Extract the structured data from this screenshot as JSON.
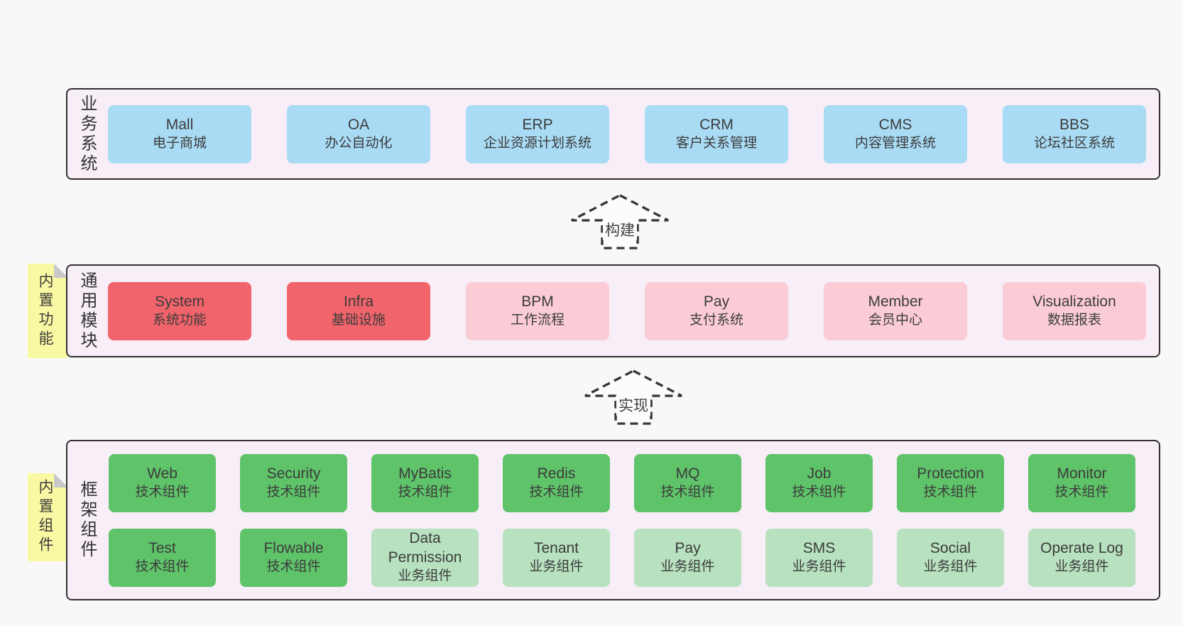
{
  "diagram": {
    "arrows": [
      {
        "label": "构建"
      },
      {
        "label": "实现"
      }
    ],
    "sections": [
      {
        "side_label": "业务系统",
        "rows": [
          [
            {
              "name": "Mall",
              "desc": "电子商城",
              "type": "blue"
            },
            {
              "name": "OA",
              "desc": "办公自动化",
              "type": "blue"
            },
            {
              "name": "ERP",
              "desc": "企业资源计划系统",
              "type": "blue"
            },
            {
              "name": "CRM",
              "desc": "客户关系管理",
              "type": "blue"
            },
            {
              "name": "CMS",
              "desc": "内容管理系统",
              "type": "blue"
            },
            {
              "name": "BBS",
              "desc": "论坛社区系统",
              "type": "blue"
            }
          ]
        ]
      },
      {
        "side_label": "通用模块",
        "sticky_label": "内置功能",
        "rows": [
          [
            {
              "name": "System",
              "desc": "系统功能",
              "type": "red"
            },
            {
              "name": "Infra",
              "desc": "基础设施",
              "type": "red"
            },
            {
              "name": "BPM",
              "desc": "工作流程",
              "type": "pink"
            },
            {
              "name": "Pay",
              "desc": "支付系统",
              "type": "pink"
            },
            {
              "name": "Member",
              "desc": "会员中心",
              "type": "pink"
            },
            {
              "name": "Visualization",
              "desc": "数据报表",
              "type": "pink"
            }
          ]
        ]
      },
      {
        "side_label": "框架组件",
        "sticky_label": "内置组件",
        "rows": [
          [
            {
              "name": "Web",
              "desc": "技术组件",
              "type": "green"
            },
            {
              "name": "Security",
              "desc": "技术组件",
              "type": "green"
            },
            {
              "name": "MyBatis",
              "desc": "技术组件",
              "type": "green"
            },
            {
              "name": "Redis",
              "desc": "技术组件",
              "type": "green"
            },
            {
              "name": "MQ",
              "desc": "技术组件",
              "type": "green"
            },
            {
              "name": "Job",
              "desc": "技术组件",
              "type": "green"
            },
            {
              "name": "Protection",
              "desc": "技术组件",
              "type": "green"
            },
            {
              "name": "Monitor",
              "desc": "技术组件",
              "type": "green"
            }
          ],
          [
            {
              "name": "Test",
              "desc": "技术组件",
              "type": "green"
            },
            {
              "name": "Flowable",
              "desc": "技术组件",
              "type": "green"
            },
            {
              "name": "Data Permission",
              "desc": "业务组件",
              "type": "green-light"
            },
            {
              "name": "Tenant",
              "desc": "业务组件",
              "type": "green-light"
            },
            {
              "name": "Pay",
              "desc": "业务组件",
              "type": "green-light"
            },
            {
              "name": "SMS",
              "desc": "业务组件",
              "type": "green-light"
            },
            {
              "name": "Social",
              "desc": "业务组件",
              "type": "green-light"
            },
            {
              "name": "Operate Log",
              "desc": "业务组件",
              "type": "green-light"
            }
          ]
        ]
      }
    ],
    "colors": {
      "page_bg": "#f8f8f8",
      "panel_bg": "#f7eef7",
      "panel_border": "#303030",
      "blue": "#a9dbf4",
      "red": "#f2646b",
      "pink": "#fbccd6",
      "green": "#5fc36a",
      "green_light": "#b7e1bf",
      "sticky_yellow": "#f9f8a3",
      "text": "#3c3c3c"
    }
  }
}
